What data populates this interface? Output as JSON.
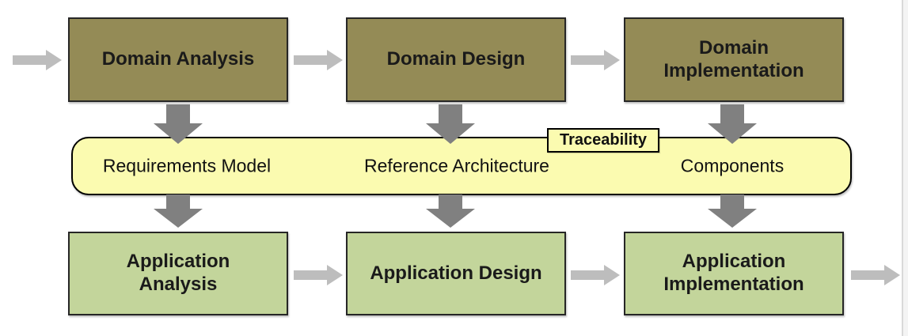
{
  "colors": {
    "domain_box_fill": "#948b56",
    "domain_box_border": "#262626",
    "application_box_fill": "#c3d59b",
    "application_box_border": "#262626",
    "band_fill": "#fbfbb0",
    "band_border": "#000000",
    "horizontal_arrow": "#bdbdbd",
    "vertical_arrow": "#808080",
    "label_text": "#1a1a1a",
    "page_edge": "#d9d9d9"
  },
  "rows": {
    "top": [
      {
        "label": "Domain Analysis"
      },
      {
        "label": "Domain Design"
      },
      {
        "label": "Domain Implementation"
      }
    ],
    "bottom": [
      {
        "label": "Application Analysis"
      },
      {
        "label": "Application Design"
      },
      {
        "label": "Application Implementation"
      }
    ]
  },
  "band": {
    "items": [
      "Requirements Model",
      "Reference Architecture",
      "Components"
    ],
    "tag": "Traceability"
  }
}
